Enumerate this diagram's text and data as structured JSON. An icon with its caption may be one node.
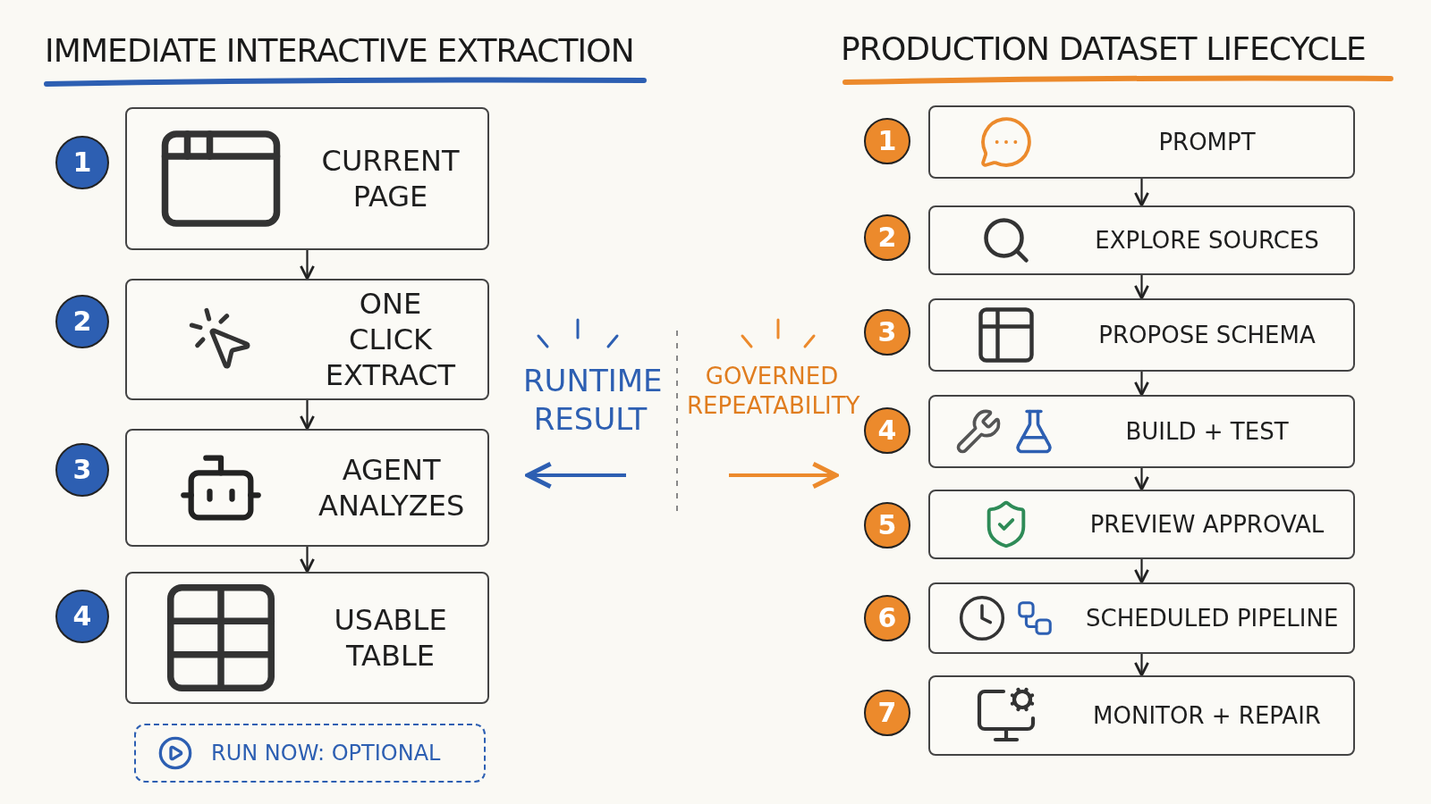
{
  "diagram": {
    "nodes": [
      {
        "text": [
          "1"
        ]
      },
      {
        "text": [
          "CURRENT PAGE"
        ]
      },
      {
        "text": [
          "2"
        ]
      },
      {
        "text": [
          "ONE CLICK EXTRACT"
        ]
      },
      {
        "text": [
          "3"
        ]
      },
      {
        "text": [
          "AGENT ANALYZES"
        ]
      },
      {
        "text": [
          "4"
        ]
      },
      {
        "text": [
          "USABLE TABLE"
        ]
      },
      {
        "text": [
          "RUN NOW: OPTIONAL"
        ]
      },
      {
        "text": [
          "1"
        ]
      },
      {
        "text": [
          "PROMPT"
        ]
      },
      {
        "text": [
          "2"
        ]
      },
      {
        "text": [
          "EXPLORE SOURCES"
        ]
      },
      {
        "text": [
          "3"
        ]
      },
      {
        "text": [
          "PROPOSE SCHEMA"
        ]
      },
      {
        "text": [
          "4"
        ]
      },
      {
        "text": [
          "BUILD + TEST"
        ]
      },
      {
        "text": [
          "5"
        ]
      },
      {
        "text": [
          "PREVIEW APPROVAL"
        ]
      },
      {
        "text": [
          "6"
        ]
      },
      {
        "text": [
          "SCHEDULED PIPELINE"
        ]
      },
      {
        "text": [
          "7"
        ]
      },
      {
        "text": [
          "MONITOR + REPAIR"
        ]
      }
    ],
    "edges": [
      {
        "from": 1,
        "to": 3,
        "arrow": "to"
      },
      {
        "from": 3,
        "to": 5,
        "arrow": "to"
      },
      {
        "from": 5,
        "to": 7,
        "arrow": "to"
      },
      {
        "from": 10,
        "to": 12,
        "arrow": "to"
      },
      {
        "from": 12,
        "to": 14,
        "arrow": "to"
      },
      {
        "from": 14,
        "to": 16,
        "arrow": "to"
      },
      {
        "from": 16,
        "to": 18,
        "arrow": "to"
      },
      {
        "from": 18,
        "to": 20,
        "arrow": "to"
      },
      {
        "from": 20,
        "to": 22,
        "arrow": "to"
      }
    ],
    "labels": [
      "IMMEDIATE INTERACTIVE EXTRACTION",
      "PRODUCTION DATASET LIFECYCLE",
      "RUNTIME RESULT",
      "GOVERNED REPEATABILITY"
    ]
  }
}
